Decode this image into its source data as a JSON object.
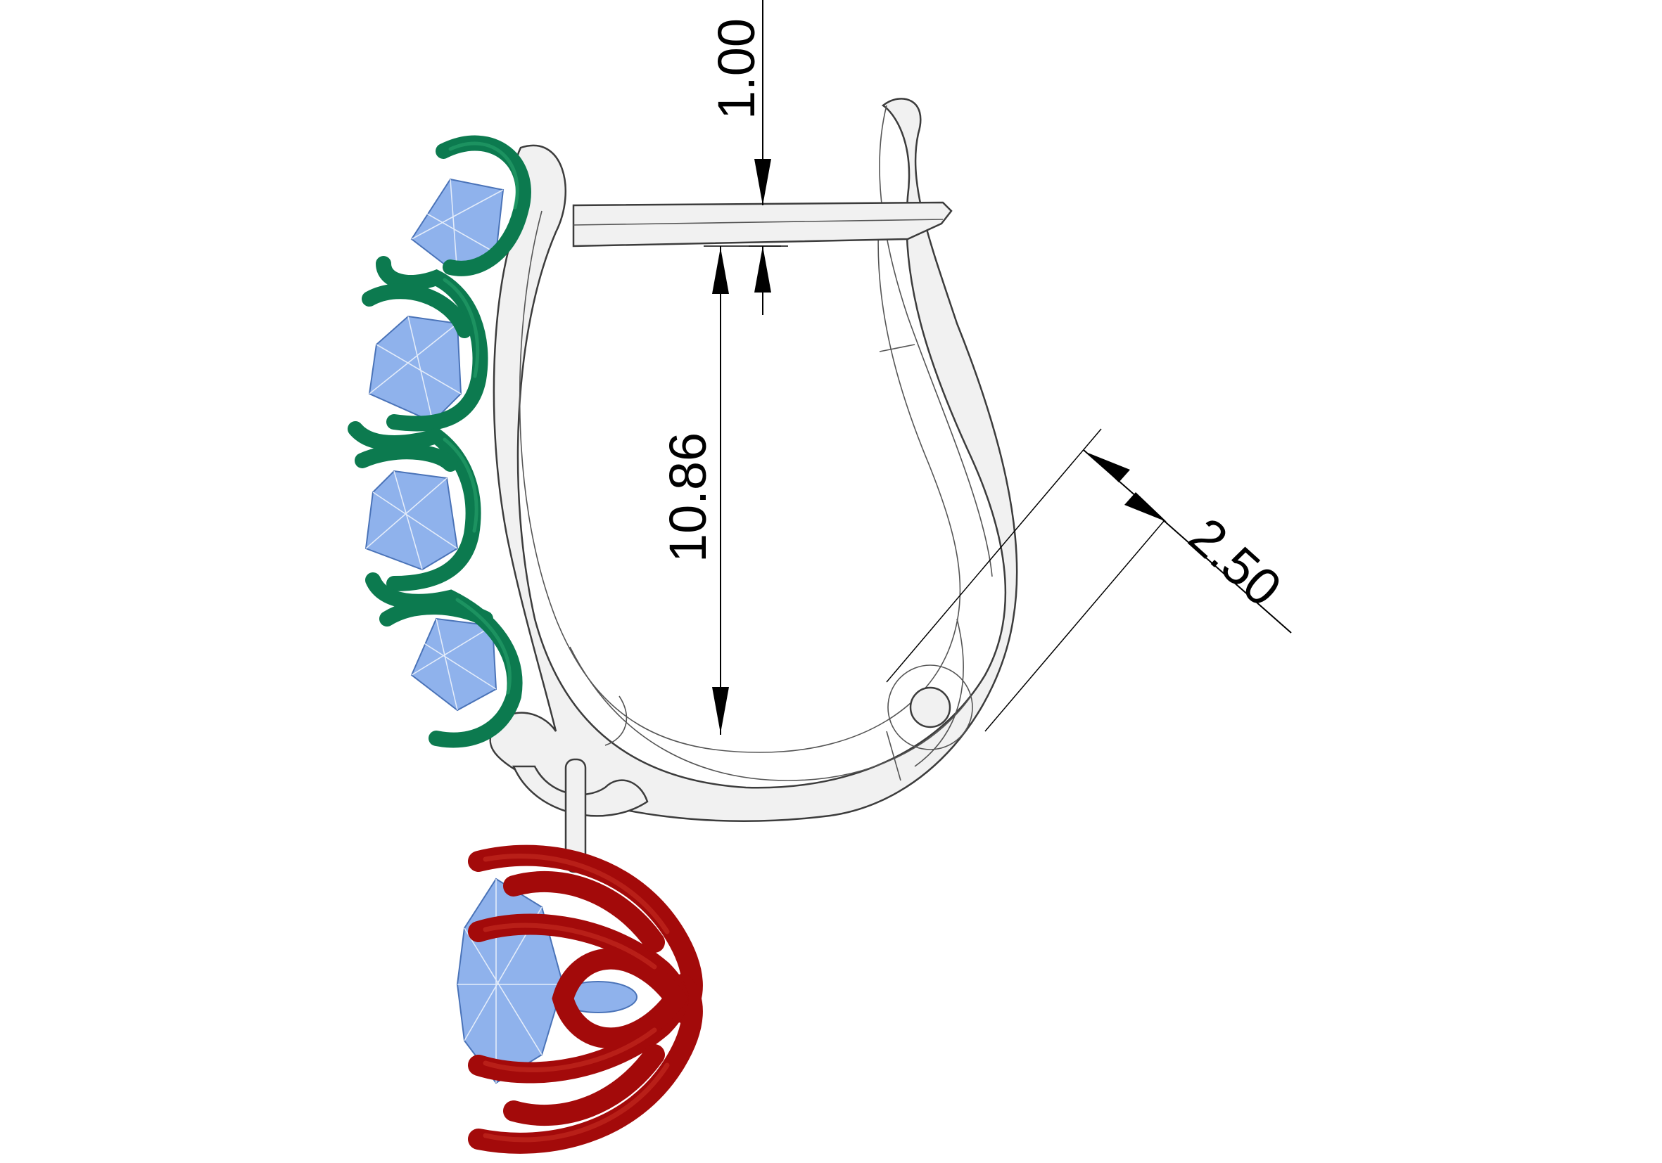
{
  "dimensions": {
    "top_gap": "1.00",
    "inner_height": "10.86",
    "band_width": "2.50"
  },
  "colors": {
    "metal": "#f1f1f1",
    "side_prongs": "#0c7a4f",
    "drop_prongs": "#a30a0a",
    "gemstone": "#8fb2ec"
  }
}
